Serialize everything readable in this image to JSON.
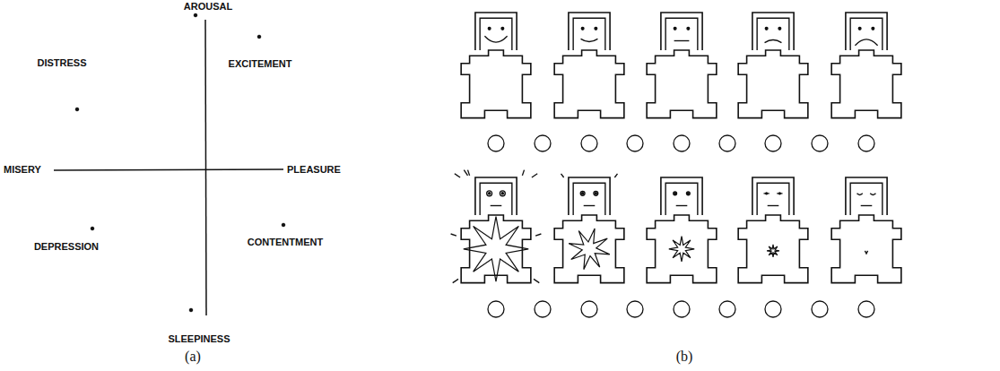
{
  "diagram": {
    "labels": [
      "AROUSAL",
      "DISTRESS",
      "EXCITEMENT",
      "MISERY",
      "PLEASURE",
      "DEPRESSION",
      "CONTENTMENT",
      "SLEEPINESS",
      "(a)",
      "(b)"
    ]
  }
}
